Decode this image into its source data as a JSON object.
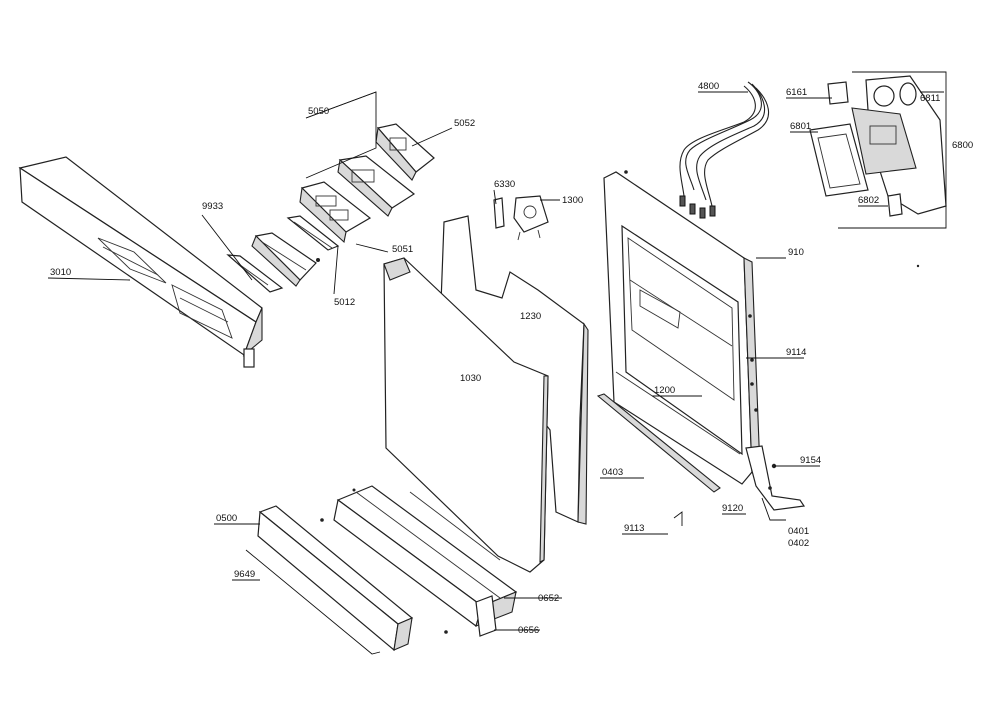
{
  "parts": {
    "p3010": "3010",
    "p9933": "9933",
    "p5050": "5050",
    "p5052": "5052",
    "p5051": "5051",
    "p5012": "5012",
    "p6330": "6330",
    "p1300": "1300",
    "p1230": "1230",
    "p1030": "1030",
    "p4800": "4800",
    "p6161": "6161",
    "p6811": "6811",
    "p6801": "6801",
    "p6800": "6800",
    "p6802": "6802",
    "p910": "910",
    "p9114": "9114",
    "p1200": "1200",
    "p9154": "9154",
    "p0403": "0403",
    "p9120": "9120",
    "p9113": "9113",
    "p0401": "0401",
    "p0402": "0402",
    "p0500": "0500",
    "p9649": "9649",
    "p0652": "0652",
    "p0656": "0656"
  }
}
